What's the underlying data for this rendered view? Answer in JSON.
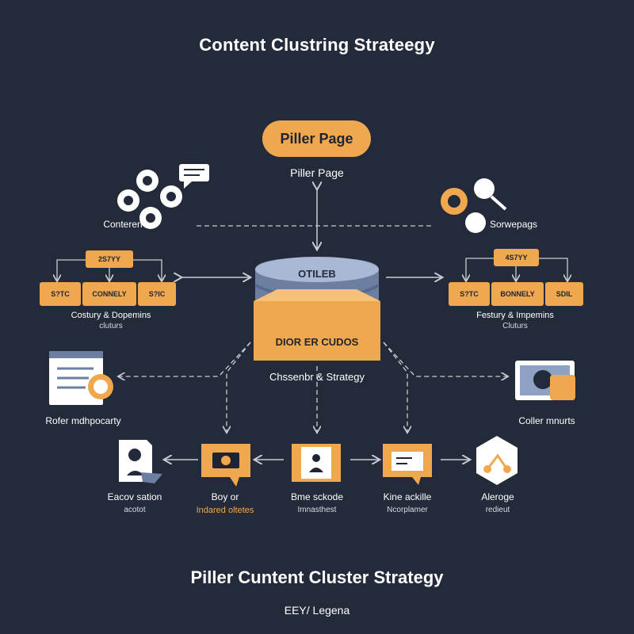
{
  "title": "Content Clustring Strateegy",
  "pillar": {
    "button": "Piller Page",
    "caption": "Piller Page"
  },
  "left_top": {
    "label": "Conteren"
  },
  "right_top": {
    "label": "Sorwepags"
  },
  "left_cluster": {
    "top": "2S7YY",
    "items": [
      "S?TC",
      "CONNELY",
      "S?IC"
    ],
    "label": "Costury & Dopemins",
    "sublabel": "cluturs"
  },
  "right_cluster": {
    "top": "4S7YY",
    "items": [
      "S?TC",
      "BONNELY",
      "SDIL"
    ],
    "label": "Festury & Impemins",
    "sublabel": "Cluturs"
  },
  "center": {
    "db_label": "OTILEB",
    "box_label": "DIOR ER CUDOS",
    "name": "Chssenbr & Strategy"
  },
  "left_mid": {
    "label": "Rofer mdhpocarty"
  },
  "right_mid": {
    "label": "Coller mnurts"
  },
  "bottom_nodes": [
    {
      "label": "Eacov sation",
      "sub": "acotot"
    },
    {
      "label": "Boy or",
      "sub": "Indared oltetes"
    },
    {
      "label": "Bme sckode",
      "sub": "Imnasthest"
    },
    {
      "label": "Kine ackille",
      "sub": "Ncorplamer"
    },
    {
      "label": "Aleroge",
      "sub": "redieut"
    }
  ],
  "bottom_title": "Piller Cuntent Cluster Strategy",
  "legend": "EEY/ Legena",
  "colors": {
    "background": "#232a3a",
    "accent": "#f0a84e",
    "db": "#8ea3c4",
    "line": "#c9ccd4"
  }
}
